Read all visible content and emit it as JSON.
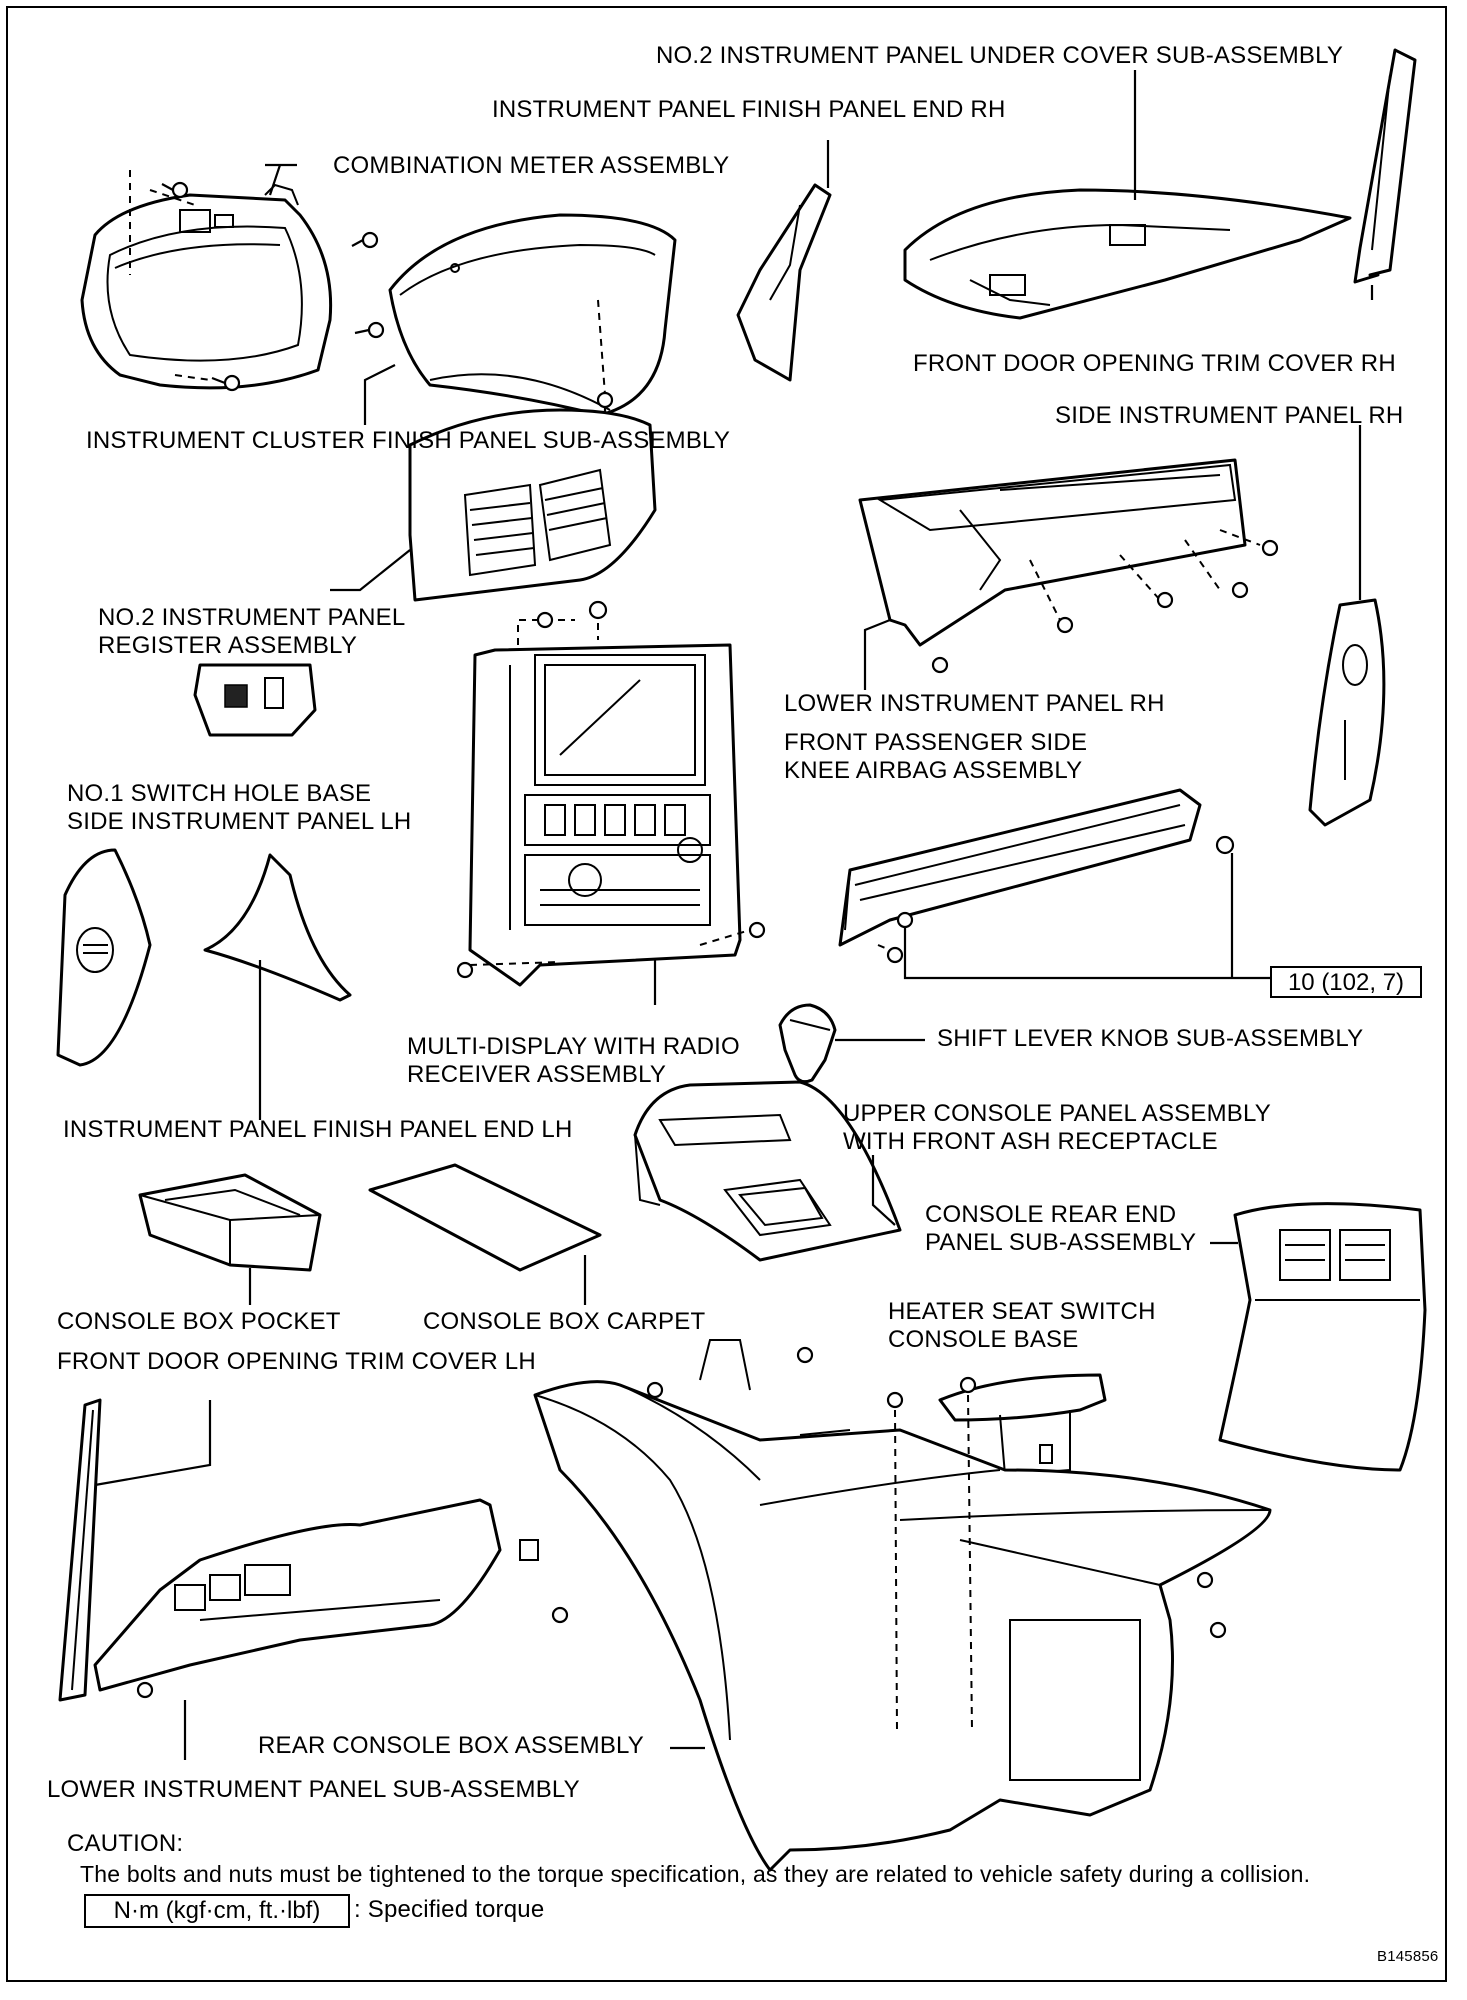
{
  "labels": {
    "no2_under_cover": "NO.2 INSTRUMENT PANEL UNDER COVER SUB-ASSEMBLY",
    "finish_end_rh": "INSTRUMENT PANEL FINISH PANEL END RH",
    "combination_meter": "COMBINATION METER ASSEMBLY",
    "front_door_trim_rh": "FRONT DOOR OPENING TRIM COVER RH",
    "side_panel_rh": "SIDE INSTRUMENT PANEL RH",
    "cluster_finish": "INSTRUMENT CLUSTER FINISH PANEL SUB-ASSEMBLY",
    "register_line1": "NO.2 INSTRUMENT PANEL",
    "register_line2": "REGISTER ASSEMBLY",
    "lower_panel_rh": "LOWER INSTRUMENT PANEL RH",
    "knee_airbag_line1": "FRONT PASSENGER SIDE",
    "knee_airbag_line2": "KNEE AIRBAG ASSEMBLY",
    "switch_base_line1": "NO.1 SWITCH HOLE BASE",
    "side_panel_lh": "SIDE INSTRUMENT PANEL LH",
    "torque_value": "10 (102, 7)",
    "shift_knob": "SHIFT LEVER KNOB SUB-ASSEMBLY",
    "multi_display_line1": "MULTI-DISPLAY WITH RADIO",
    "multi_display_line2": "RECEIVER ASSEMBLY",
    "finish_end_lh": "INSTRUMENT PANEL FINISH PANEL END LH",
    "upper_console_line1": "UPPER CONSOLE PANEL ASSEMBLY",
    "upper_console_line2": "WITH FRONT ASH RECEPTACLE",
    "rear_end_line1": "CONSOLE REAR END",
    "rear_end_line2": "PANEL SUB-ASSEMBLY",
    "box_pocket": "CONSOLE BOX POCKET",
    "box_carpet": "CONSOLE BOX CARPET",
    "heater_line1": "HEATER SEAT SWITCH",
    "heater_line2": "CONSOLE BASE",
    "front_door_trim_lh": "FRONT DOOR OPENING TRIM COVER LH",
    "rear_console_box": "REAR CONSOLE BOX ASSEMBLY",
    "lower_panel_sub": "LOWER INSTRUMENT PANEL SUB-ASSEMBLY"
  },
  "caution": {
    "title": "CAUTION:",
    "text": "The bolts and nuts must be tightened to the torque specification, as they are related to vehicle safety during a collision.",
    "unit_box": "N·m (kgf·cm, ft.·lbf)",
    "unit_desc": ": Specified torque"
  },
  "figure_id": "B145856"
}
